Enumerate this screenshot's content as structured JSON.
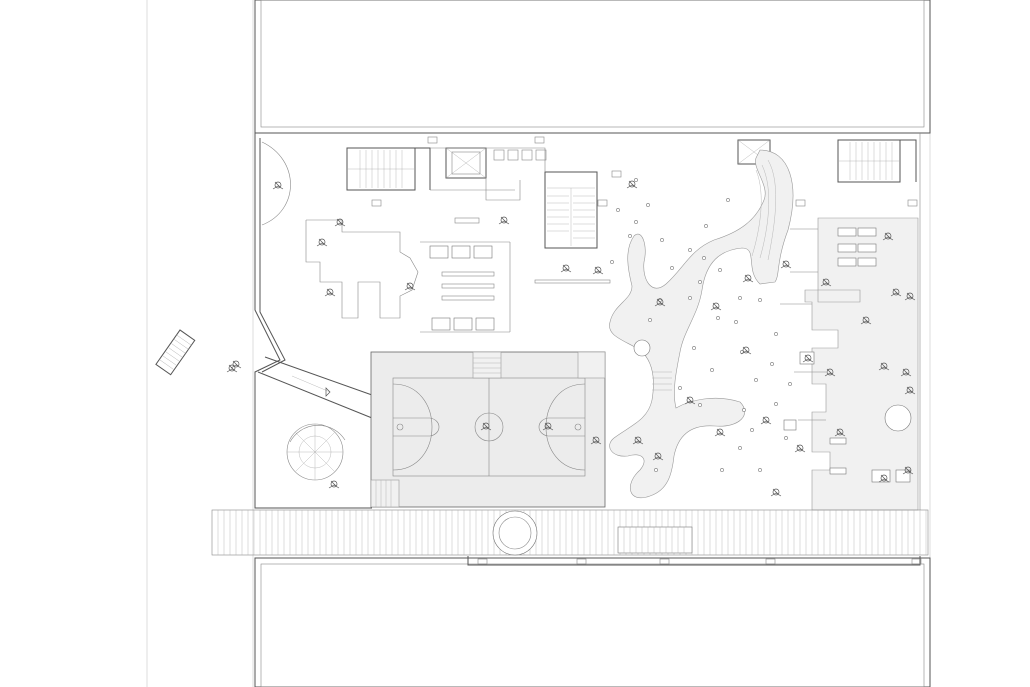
{
  "drawing": {
    "kind": "architectural-floor-plan",
    "labels": []
  },
  "colors": {
    "background": "#ffffff",
    "line": "#555555",
    "shaded_area": "#ececec"
  },
  "elements": {
    "spaces": [
      "north-block",
      "south-block",
      "basketball-court",
      "wooden-deck",
      "garden-path",
      "work-area",
      "stair-cores",
      "elevator-core",
      "exterior-stair"
    ],
    "icons": [
      "stairs-icon",
      "elevator-icon",
      "tree-icon",
      "person-icon",
      "table-icon",
      "chair-icon"
    ]
  }
}
